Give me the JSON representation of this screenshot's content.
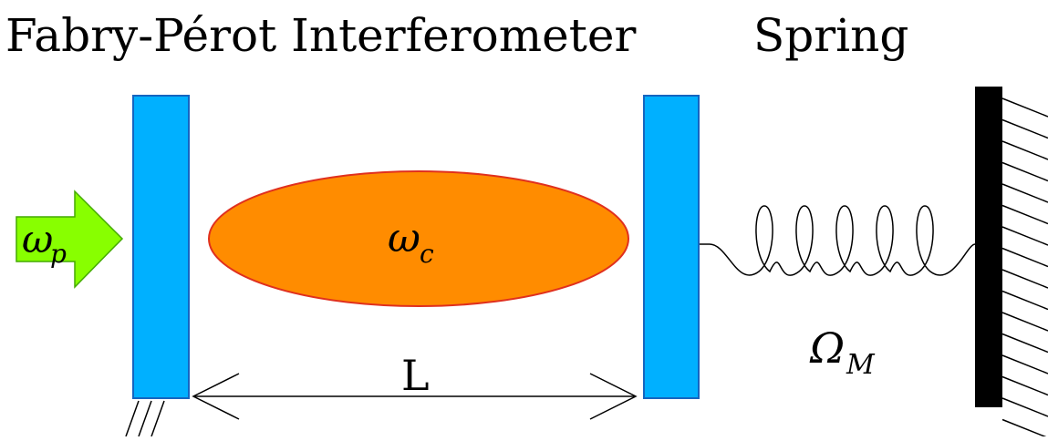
{
  "titles": {
    "interferometer": "Fabry-Pérot Interferometer",
    "spring": "Spring"
  },
  "labels": {
    "pump_symbol": "ω",
    "pump_sub": "p",
    "cavity_symbol": "ω",
    "cavity_sub": "c",
    "length": "L",
    "mech_symbol": "Ω",
    "mech_sub": "M"
  },
  "colors": {
    "mirror_fill": "#00b0ff",
    "mirror_stroke": "#1565c0",
    "cavity_fill": "#ff8c00",
    "cavity_stroke": "#e0301e",
    "pump_fill": "#88ff00",
    "pump_stroke": "#44aa00",
    "wall_fill": "#000000"
  }
}
